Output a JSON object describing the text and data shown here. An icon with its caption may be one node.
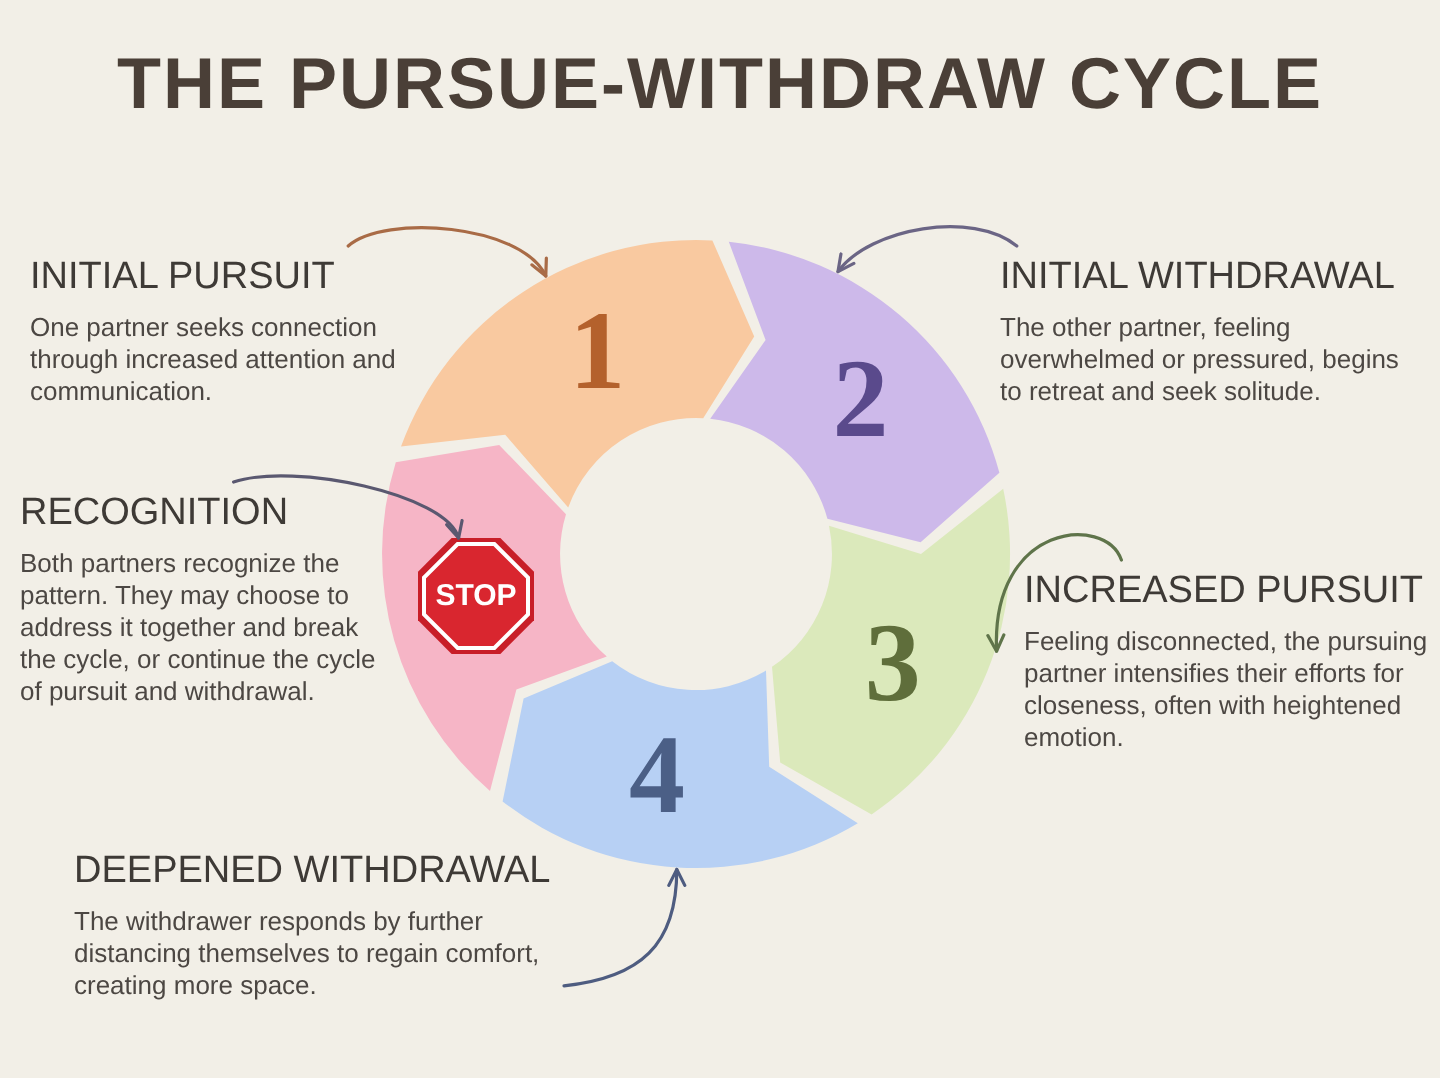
{
  "diagram": {
    "title": "THE PURSUE-WITHDRAW CYCLE",
    "nodes": [
      {
        "text": [
          "INITIAL PURSUIT",
          "One partner seeks connection through increased attention and communication."
        ]
      },
      {
        "text": [
          "1"
        ]
      },
      {
        "text": [
          "2"
        ]
      },
      {
        "text": [
          "INITIAL WITHDRAWAL",
          "The other partner, feeling overwhelmed or pressured, begins to retreat and seek solitude."
        ]
      },
      {
        "text": [
          "RECOGNITION",
          "Both partners recognize the pattern. They may choose to address it together and break the cycle, or continue the cycle of pursuit and withdrawal."
        ]
      },
      {
        "text": [],
        "shape": "arc"
      },
      {
        "text": [
          "STOP"
        ],
        "in": 5
      },
      {
        "text": [
          "3"
        ]
      },
      {
        "text": [
          "INCREASED PURSUIT",
          "Feeling disconnected, the pursuing partner intensifies their efforts for closeness, often with heightened emotion."
        ]
      },
      {
        "text": [
          "4"
        ]
      },
      {
        "text": [
          "DEEPENED WITHDRAWAL",
          "The withdrawer responds by further distancing themselves to regain comfort, creating more space."
        ]
      }
    ],
    "edges": [
      {
        "from": 0,
        "to": 1,
        "arrow": "to",
        "color": "#a96b46"
      },
      {
        "from": 3,
        "to": 2,
        "arrow": "to",
        "color": "#6b6585"
      },
      {
        "from": 4,
        "to": 6,
        "arrow": "to",
        "color": "#5a5870"
      },
      {
        "from": 8,
        "to": 7,
        "arrow": "to",
        "color": "#5f744a"
      },
      {
        "from": 10,
        "to": 9,
        "arrow": "to",
        "color": "#4e5c80"
      }
    ]
  }
}
